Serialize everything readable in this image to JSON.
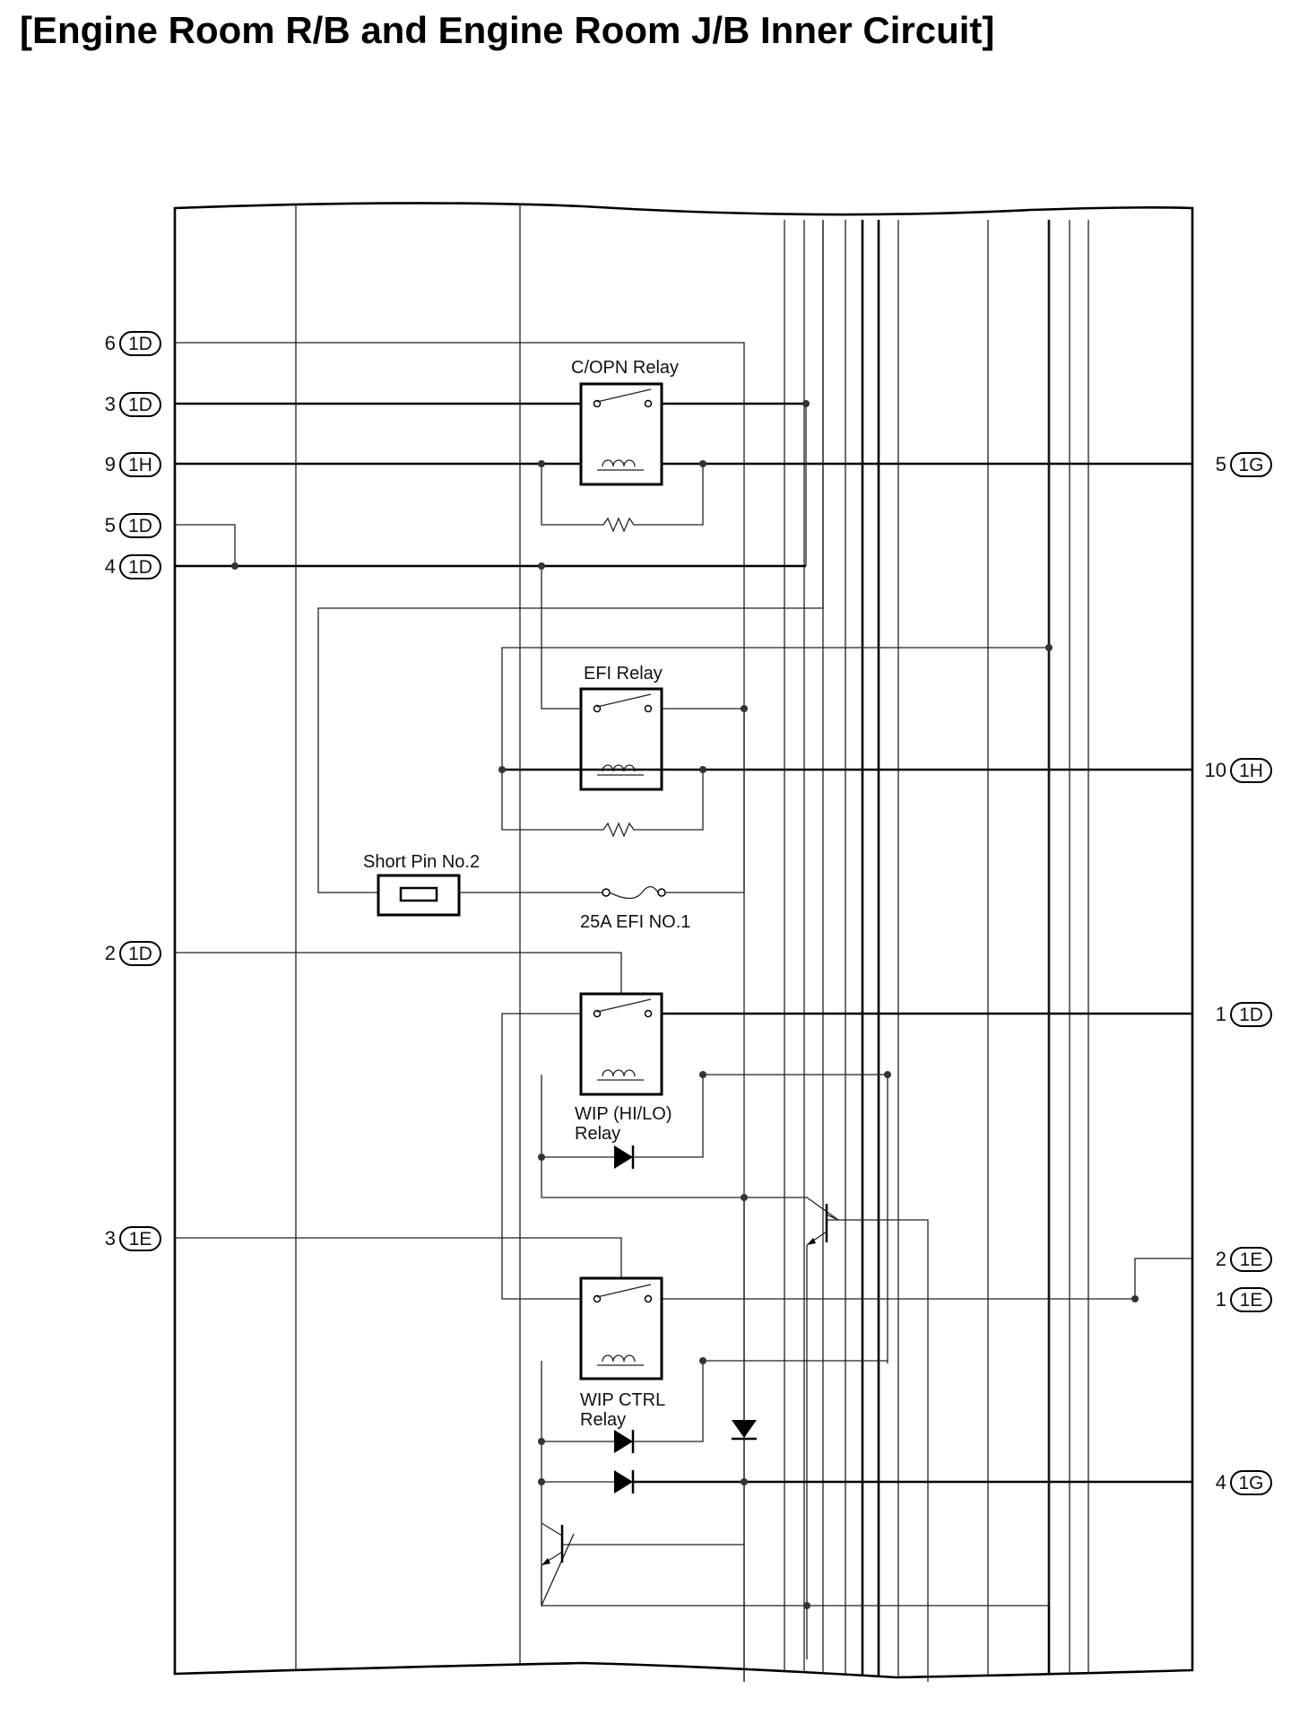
{
  "title": "[Engine Room R/B and Engine Room J/B Inner Circuit]",
  "components": {
    "copn_relay": "C/OPN Relay",
    "efi_relay": "EFI Relay",
    "short_pin": "Short Pin No.2",
    "efi_fuse": "25A EFI NO.1",
    "wip_hilo_relay_1": "WIP (HI/LO)",
    "wip_hilo_relay_2": "Relay",
    "wip_ctrl_relay_1": "WIP CTRL",
    "wip_ctrl_relay_2": "Relay"
  },
  "left_terminals": [
    {
      "pin": "6",
      "connector": "1D"
    },
    {
      "pin": "3",
      "connector": "1D"
    },
    {
      "pin": "9",
      "connector": "1H"
    },
    {
      "pin": "5",
      "connector": "1D"
    },
    {
      "pin": "4",
      "connector": "1D"
    },
    {
      "pin": "2",
      "connector": "1D"
    },
    {
      "pin": "3",
      "connector": "1E"
    }
  ],
  "right_terminals": [
    {
      "pin": "5",
      "connector": "1G"
    },
    {
      "pin": "10",
      "connector": "1H"
    },
    {
      "pin": "1",
      "connector": "1D"
    },
    {
      "pin": "2",
      "connector": "1E"
    },
    {
      "pin": "1",
      "connector": "1E"
    },
    {
      "pin": "4",
      "connector": "1G"
    }
  ]
}
